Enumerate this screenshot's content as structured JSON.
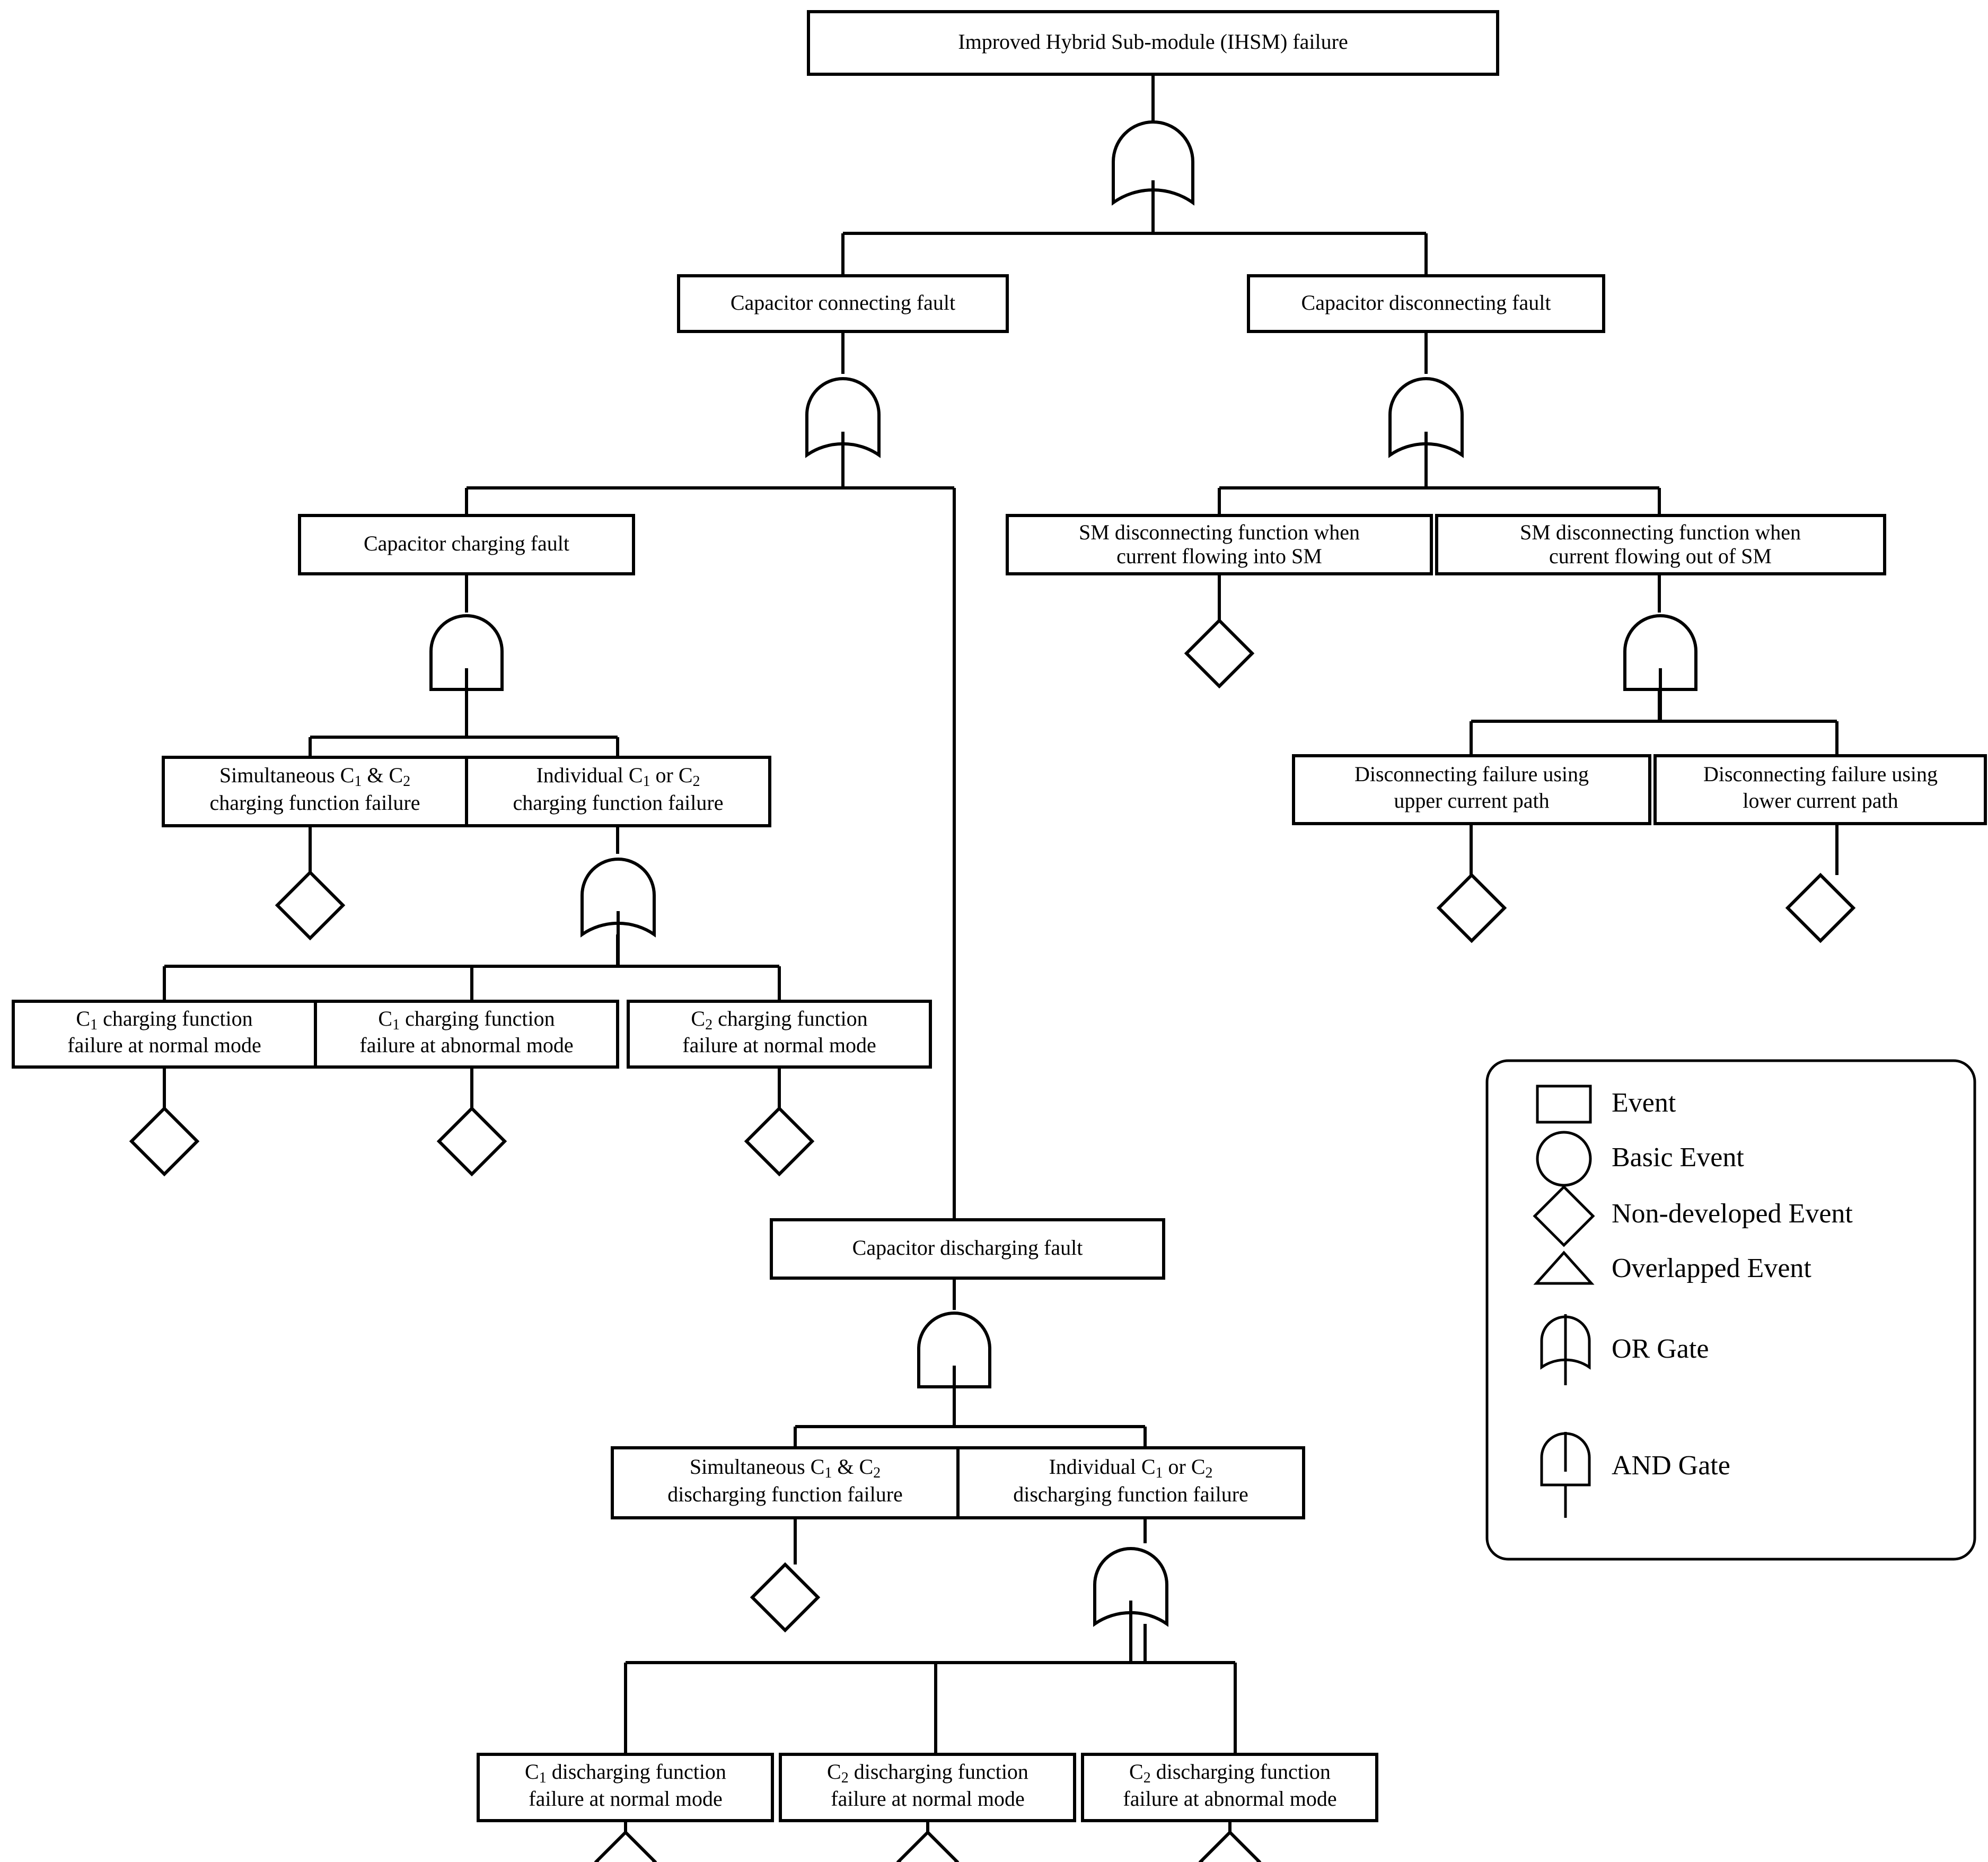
{
  "diagram": {
    "type": "fault-tree",
    "title": "Improved Hybrid Sub-module (IHSM) failure fault tree"
  },
  "nodes": {
    "top": {
      "label": "Improved Hybrid Sub-module (IHSM) failure",
      "gate": "OR"
    },
    "connecting": {
      "label": "Capacitor connecting fault",
      "gate": "OR"
    },
    "disconnecting": {
      "label": "Capacitor disconnecting fault",
      "gate": "OR"
    },
    "charging": {
      "label": "Capacitor charging fault",
      "gate": "AND"
    },
    "discharging": {
      "label": "Capacitor discharging fault",
      "gate": "AND"
    },
    "sm_into": {
      "line1": "SM disconnecting function when",
      "line2": "current flowing into SM",
      "gate": "none"
    },
    "sm_out": {
      "line1": "SM disconnecting function when",
      "line2": "current flowing out of SM",
      "gate": "AND"
    },
    "disc_upper": {
      "line1": "Disconnecting failure using",
      "line2": "upper current path"
    },
    "disc_lower": {
      "line1": "Disconnecting failure using",
      "line2": "lower current path"
    },
    "sim_charge": {
      "line1_pre": "Simultaneous C",
      "line1_sub1": "1",
      "line1_mid": " & C",
      "line1_sub2": "2",
      "line2": "charging function failure"
    },
    "ind_charge": {
      "line1_pre": "Individual C",
      "line1_sub1": "1",
      "line1_mid": " or C",
      "line1_sub2": "2",
      "line2": "charging function failure",
      "gate": "OR"
    },
    "c1_charge_normal": {
      "line1_pre": "C",
      "line1_sub": "1",
      "line1_post": " charging function",
      "line2": "failure at normal mode"
    },
    "c1_charge_abnormal": {
      "line1_pre": "C",
      "line1_sub": "1",
      "line1_post": " charging function",
      "line2": "failure at abnormal mode"
    },
    "c2_charge_normal": {
      "line1_pre": "C",
      "line1_sub": "2",
      "line1_post": " charging function",
      "line2": "failure at normal mode"
    },
    "sim_discharge": {
      "line1_pre": "Simultaneous C",
      "line1_sub1": "1",
      "line1_mid": " & C",
      "line1_sub2": "2",
      "line2": "discharging function failure"
    },
    "ind_discharge": {
      "line1_pre": "Individual C",
      "line1_sub1": "1",
      "line1_mid": " or C",
      "line1_sub2": "2",
      "line2": "discharging function failure",
      "gate": "OR"
    },
    "c1_discharge_normal": {
      "line1_pre": "C",
      "line1_sub": "1",
      "line1_post": " discharging function",
      "line2": "failure at normal mode"
    },
    "c2_discharge_normal": {
      "line1_pre": "C",
      "line1_sub": "2",
      "line1_post": " discharging function",
      "line2": "failure at normal mode"
    },
    "c2_discharge_abnormal": {
      "line1_pre": "C",
      "line1_sub": "2",
      "line1_post": " discharging function",
      "line2": "failure at abnormal mode"
    }
  },
  "legend": {
    "items": [
      {
        "symbol": "rectangle",
        "label": "Event"
      },
      {
        "symbol": "circle",
        "label": "Basic Event"
      },
      {
        "symbol": "diamond",
        "label": "Non-developed Event"
      },
      {
        "symbol": "triangle",
        "label": "Overlapped Event"
      },
      {
        "symbol": "or-gate",
        "label": "OR Gate"
      },
      {
        "symbol": "and-gate",
        "label": "AND Gate"
      }
    ]
  },
  "colors": {
    "stroke": "#000000",
    "fill": "#ffffff",
    "background": "#ffffff"
  }
}
